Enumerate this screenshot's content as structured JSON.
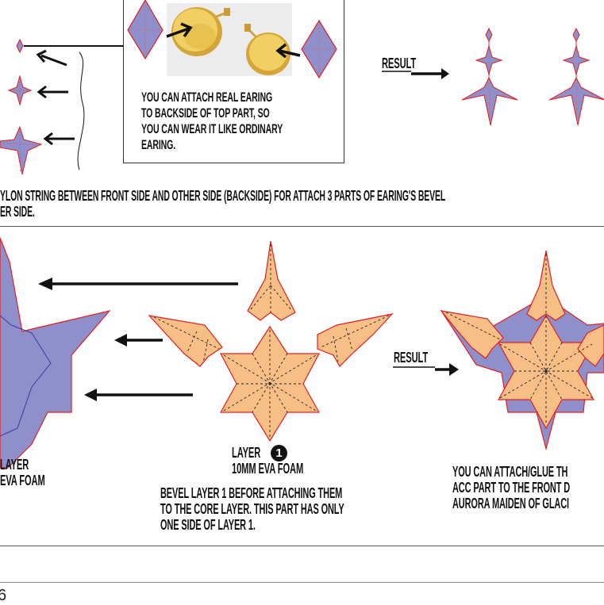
{
  "box_note": [
    "YOU CAN ATTACH REAL EARING",
    "TO BACKSIDE OF TOP PART, SO",
    "YOU CAN WEAR IT LIKE ORDINARY",
    "EARING."
  ],
  "top_result_label": "RESULT",
  "string_note": [
    "YLON STRING BETWEEN FRONT SIDE AND OTHER SIDE (BACKSIDE) FOR ATTACH 3 PARTS OF EARING'S BEVEL",
    "ER SIDE."
  ],
  "mid_result_label": "RESULT",
  "left_layer": [
    "LAYER",
    "EVA FOAM"
  ],
  "layer1": {
    "title": "LAYER",
    "number": "1",
    "material": "10MM EVA FOAM"
  },
  "bevel_note": [
    "BEVEL LAYER 1 BEFORE ATTACHING THEM",
    "TO THE CORE LAYER. THIS PART HAS ONLY",
    "ONE SIDE OF LAYER 1."
  ],
  "attach_note": [
    "YOU CAN ATTACH/GLUE TH",
    "ACC PART TO THE FRONT D",
    "AURORA MAIDEN OF GLACI"
  ],
  "page_number": "6",
  "colors": {
    "purple": "#8f8fcc",
    "orange": "#f7be86",
    "outline": "#e02020",
    "dark": "#111111"
  }
}
